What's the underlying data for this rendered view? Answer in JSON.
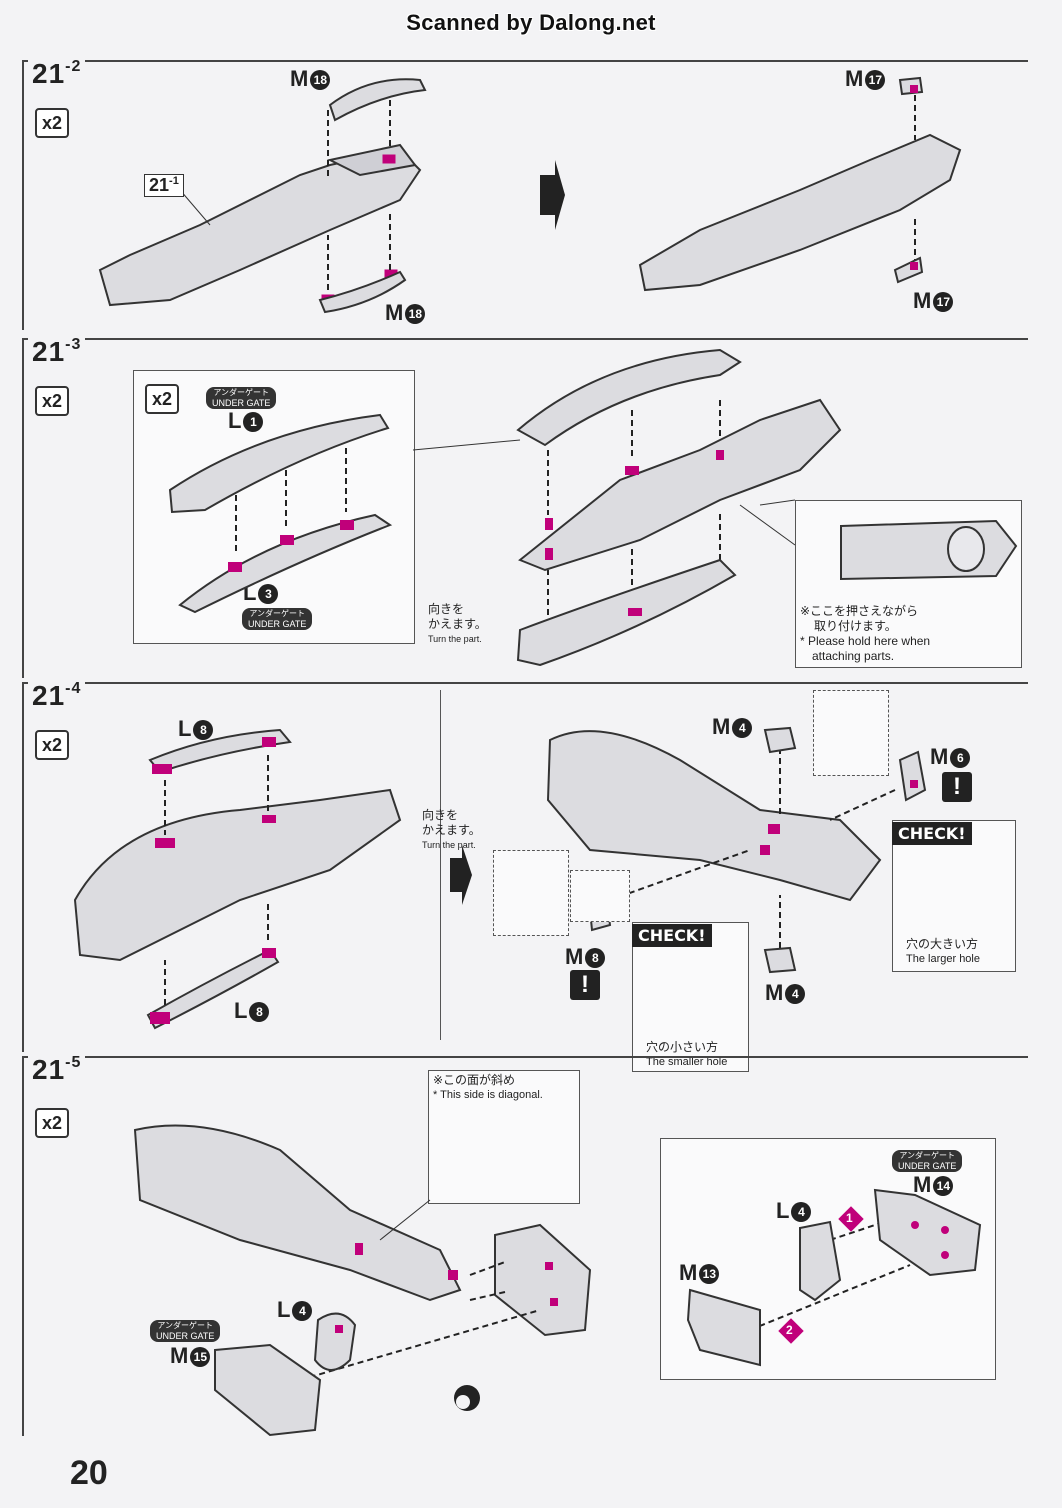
{
  "watermark": "Scanned by Dalong.net",
  "page_number": "20",
  "colors": {
    "accent": "#c0007a",
    "part": "#d9d9de",
    "outline": "#333333",
    "background": "#f3f3f5"
  },
  "step_21_2": {
    "step": "21",
    "sub": "-2",
    "qty": "x2",
    "ref_step_label": "21",
    "ref_step_sub": "-1",
    "labels": {
      "m18_top_prefix": "M",
      "m18_top_num": "18",
      "m18_bot_prefix": "M",
      "m18_bot_num": "18",
      "m17_top_prefix": "M",
      "m17_top_num": "17",
      "m17_bot_prefix": "M",
      "m17_bot_num": "17"
    }
  },
  "step_21_3": {
    "step": "21",
    "sub": "-3",
    "qty": "x2",
    "inset_qty": "x2",
    "under_gate_ja": "アンダーゲート",
    "under_gate_en": "UNDER GATE",
    "l1_prefix": "L",
    "l1_num": "1",
    "l3_prefix": "L",
    "l3_num": "3",
    "turn_ja1": "向きを",
    "turn_ja2": "かえます。",
    "turn_en": "Turn the part.",
    "hold_ja1": "※ここを押さえながら",
    "hold_ja2": "取り付けます。",
    "hold_en1": "* Please hold here when",
    "hold_en2": "attaching parts."
  },
  "step_21_4": {
    "step": "21",
    "sub": "-4",
    "qty": "x2",
    "l8_top_prefix": "L",
    "l8_top_num": "8",
    "l8_bot_prefix": "L",
    "l8_bot_num": "8",
    "turn_ja1": "向きを",
    "turn_ja2": "かえます。",
    "turn_en": "Turn the part.",
    "m4_top_prefix": "M",
    "m4_top_num": "4",
    "m4_bot_prefix": "M",
    "m4_bot_num": "4",
    "m6_prefix": "M",
    "m6_num": "6",
    "m8_prefix": "M",
    "m8_num": "8",
    "warn": "!",
    "check": "CHECK!",
    "smaller_ja": "穴の小さい方",
    "smaller_en": "The smaller hole",
    "larger_ja": "穴の大きい方",
    "larger_en": "The larger hole"
  },
  "step_21_5": {
    "step": "21",
    "sub": "-5",
    "qty": "x2",
    "diag_ja": "※この面が斜め",
    "diag_en": "* This side is diagonal.",
    "under_gate_ja": "アンダーゲート",
    "under_gate_en": "UNDER GATE",
    "m15_prefix": "M",
    "m15_num": "15",
    "l4a_prefix": "L",
    "l4a_num": "4",
    "l4b_prefix": "L",
    "l4b_num": "4",
    "m14_prefix": "M",
    "m14_num": "14",
    "m13_prefix": "M",
    "m13_num": "13",
    "order1": "1",
    "order2": "2"
  }
}
